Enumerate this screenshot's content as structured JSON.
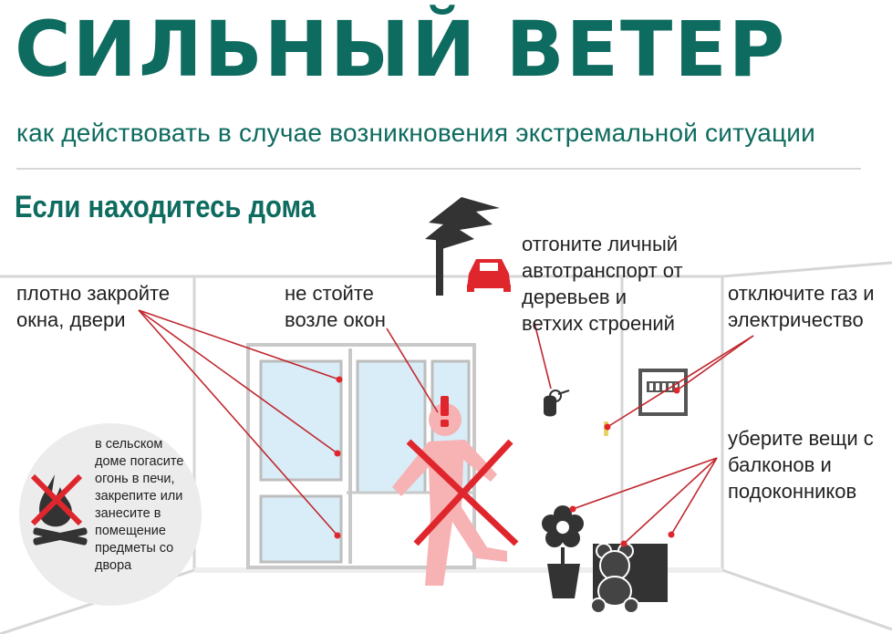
{
  "header": {
    "title": "СИЛЬНЫЙ ВЕТЕР",
    "subtitle": "как действовать в случае возникновения экстремальной ситуации"
  },
  "section": {
    "title": "Если находитесь дома"
  },
  "tips": {
    "close_windows": "плотно закройте окна, двери",
    "away_from_windows": "не стойте возле окон",
    "move_car": "отгоните личный автотранспорт от деревьев и ветхих строений",
    "gas_electricity": "отключите газ и электричество",
    "balcony": "уберите вещи с балконов и подоконников",
    "rural": "в сельском доме погасите огонь в печи, закрепите или занесите в помещение предметы со двора"
  },
  "colors": {
    "brand": "#0e6b5f",
    "alert": "#e0262d",
    "figure": "#f7b2b4",
    "window": "#d9edf8",
    "wall_line": "#d6d6d6",
    "dark": "#333333"
  },
  "icons": [
    "car-under-tree-icon",
    "car-key-icon",
    "electric-meter-icon",
    "flower-pot-icon",
    "teddy-bear-icon",
    "box-icon",
    "campfire-icon",
    "exclamation-icon",
    "cross-icon"
  ]
}
